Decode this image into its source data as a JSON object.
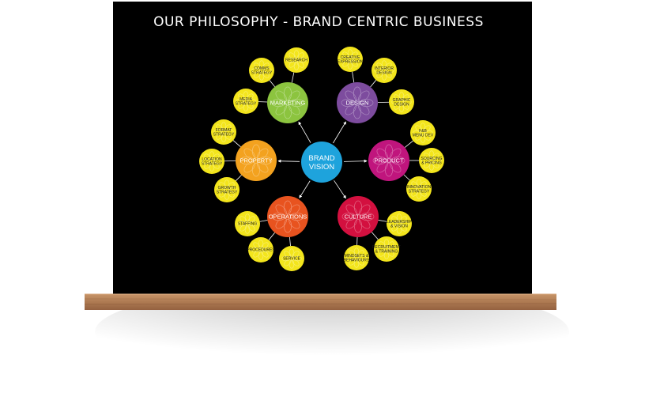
{
  "poster": {
    "title": "OUR PHILOSOPHY - BRAND CENTRIC BUSINESS",
    "background_color": "#000000"
  },
  "shelf": {
    "color": "#b07d56"
  },
  "center": {
    "lines": [
      "BRAND",
      "VISION"
    ],
    "color": "#1ea3dc"
  },
  "hubs": [
    {
      "key": "marketing",
      "label": "MARKETING",
      "color": "#8cc43f",
      "satellites": [
        {
          "lines": [
            "COMMS",
            "STRATEGY"
          ]
        },
        {
          "lines": [
            "RESEARCH"
          ]
        },
        {
          "lines": [
            "MEDIA",
            "STRATEGY"
          ]
        }
      ]
    },
    {
      "key": "design",
      "label": "DESIGN",
      "color": "#7d4c9e",
      "satellites": [
        {
          "lines": [
            "CREATIVE",
            "EXPRESSION"
          ]
        },
        {
          "lines": [
            "INTERIOR",
            "DESIGN"
          ]
        },
        {
          "lines": [
            "GRAPHIC",
            "DESIGN"
          ]
        }
      ]
    },
    {
      "key": "property",
      "label": "PROPERTY",
      "color": "#f3a21f",
      "satellites": [
        {
          "lines": [
            "FORMAT",
            "STRATEGY"
          ]
        },
        {
          "lines": [
            "LOCATION",
            "STRATEGY"
          ]
        },
        {
          "lines": [
            "GROWTH",
            "STRATEGY"
          ]
        }
      ]
    },
    {
      "key": "product",
      "label": "PRODUCT",
      "color": "#c0157d",
      "satellites": [
        {
          "lines": [
            "F&B",
            "MENU DEV"
          ]
        },
        {
          "lines": [
            "SOURCING",
            "& PRICING"
          ]
        },
        {
          "lines": [
            "INNOVATION",
            "STRATEGY"
          ]
        }
      ]
    },
    {
      "key": "operations",
      "label": "OPERATIONS",
      "color": "#e8531f",
      "satellites": [
        {
          "lines": [
            "STAFFING"
          ]
        },
        {
          "lines": [
            "PROCEDURES"
          ]
        },
        {
          "lines": [
            "SERVICE"
          ]
        }
      ]
    },
    {
      "key": "culture",
      "label": "CULTURE",
      "color": "#d3103f",
      "satellites": [
        {
          "lines": [
            "LEADERSHIP",
            "& VISION"
          ]
        },
        {
          "lines": [
            "RECRUITMENT",
            "& TRAINING"
          ]
        },
        {
          "lines": [
            "MINDSETS &",
            "BEHAVIOURS"
          ]
        }
      ]
    }
  ],
  "satellite_color": "#f3e51c"
}
